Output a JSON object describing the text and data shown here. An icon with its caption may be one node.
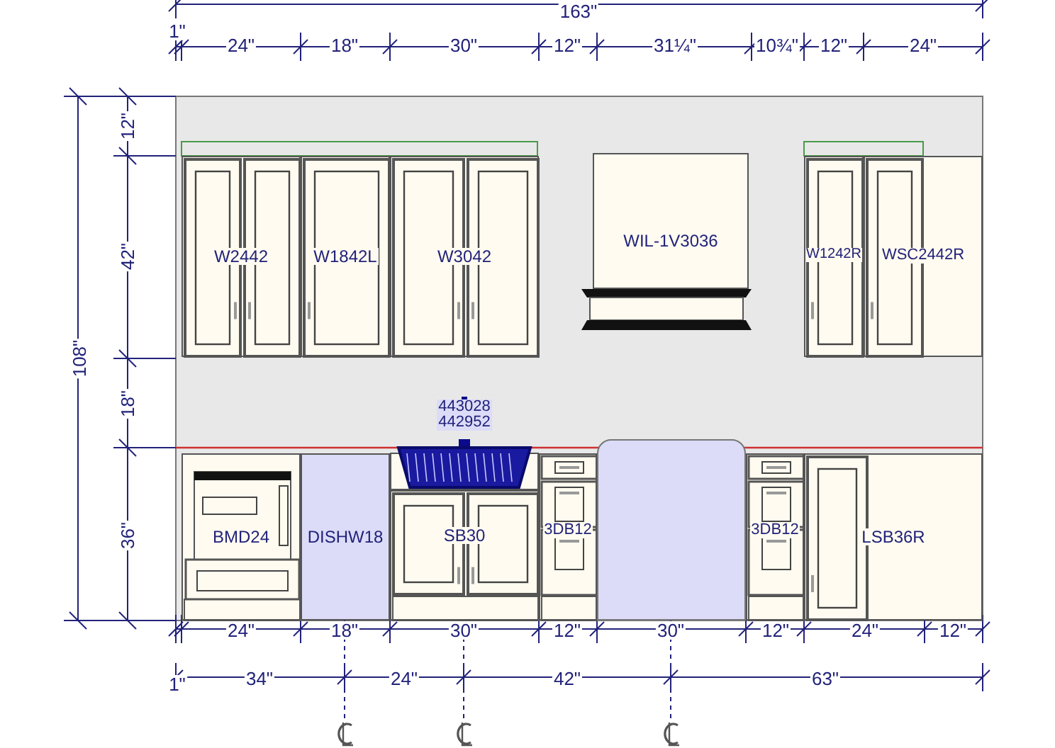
{
  "diagram": {
    "nodes": [
      {
        "text": [
          "W2442"
        ]
      },
      {
        "text": [
          "W1842L"
        ]
      },
      {
        "text": [
          "W3042"
        ]
      },
      {
        "text": [
          "WIL-1V3036"
        ]
      },
      {
        "text": [
          "W1242R"
        ]
      },
      {
        "text": [
          "WSC2442R"
        ]
      },
      {
        "text": [
          "443028",
          "442952"
        ]
      },
      {
        "text": [
          "BMD24"
        ]
      },
      {
        "text": [
          "DISHW18"
        ]
      },
      {
        "text": [
          "SB30"
        ]
      },
      {
        "text": [
          "3DB12"
        ]
      },
      {
        "text": [],
        "shape": "box"
      },
      {
        "text": [
          "3DB12"
        ]
      },
      {
        "text": [
          "LSB36R"
        ]
      }
    ],
    "edges": [],
    "labels": [
      "163\"",
      "1\"",
      "24\"",
      "18\"",
      "30\"",
      "12\"",
      "31¼\"",
      "10¾\"",
      "12\"",
      "24\"",
      "108\"",
      "12\"",
      "42\"",
      "18\"",
      "36\"",
      "24\"",
      "18\"",
      "30\"",
      "12\"",
      "30\"",
      "12\"",
      "24\"",
      "12\"",
      "1\"",
      "34\"",
      "24\"",
      "42\"",
      "63\""
    ]
  }
}
